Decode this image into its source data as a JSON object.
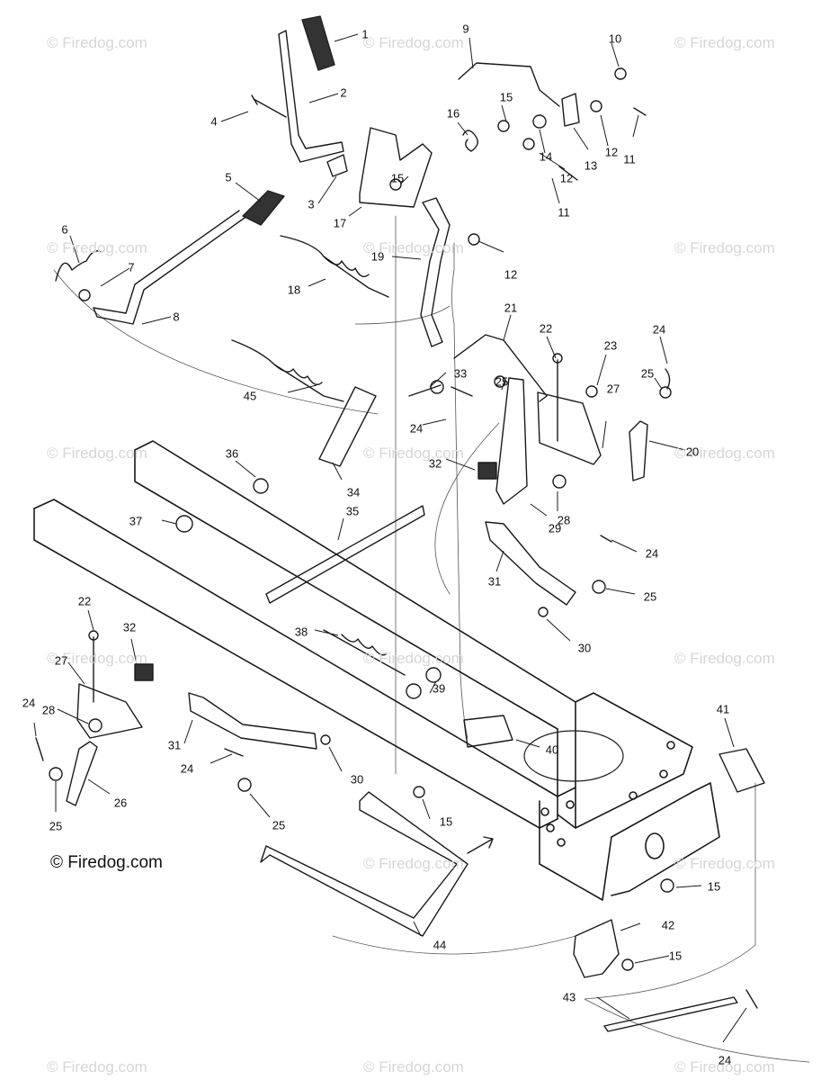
{
  "watermark_text": "© Firedog.com",
  "copyright_text": "© Firedog.com",
  "callouts": [
    "1",
    "2",
    "3",
    "4",
    "5",
    "6",
    "7",
    "8",
    "9",
    "10",
    "11",
    "11",
    "12",
    "12",
    "12",
    "13",
    "14",
    "15",
    "15",
    "15",
    "15",
    "15",
    "16",
    "17",
    "18",
    "19",
    "20",
    "21",
    "22",
    "22",
    "23",
    "24",
    "24",
    "24",
    "24",
    "24",
    "24",
    "25",
    "25",
    "25",
    "25",
    "25",
    "26",
    "27",
    "27",
    "28",
    "28",
    "29",
    "30",
    "30",
    "31",
    "31",
    "32",
    "32",
    "33",
    "34",
    "35",
    "36",
    "37",
    "38",
    "39",
    "40",
    "41",
    "42",
    "43",
    "44",
    "45"
  ],
  "colors": {
    "line": "#1a1a1a",
    "watermark": "#d6d6d6",
    "grip": "#333333"
  }
}
